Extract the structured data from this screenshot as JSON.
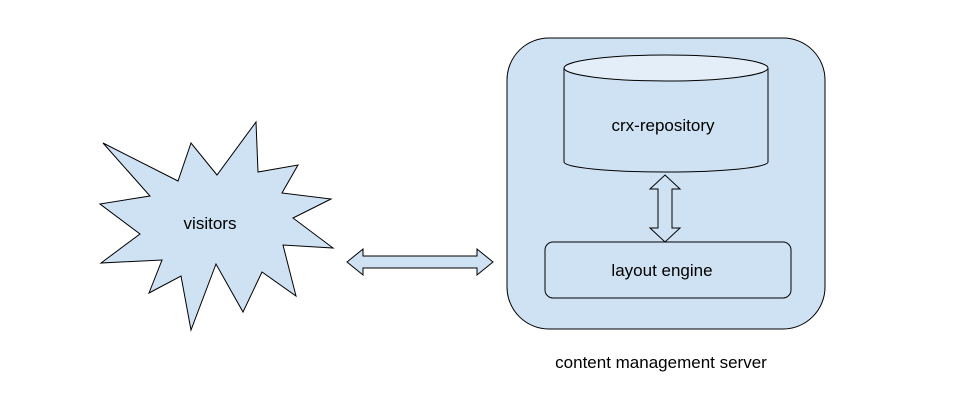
{
  "diagram": {
    "nodes": {
      "visitors": {
        "label": "visitors",
        "shape": "explosion"
      },
      "server": {
        "label": "content management server",
        "shape": "rounded-rectangle"
      },
      "repository": {
        "label": "crx-repository",
        "shape": "cylinder"
      },
      "layout_engine": {
        "label": "layout engine",
        "shape": "rounded-rectangle"
      }
    },
    "edges": [
      {
        "from": "visitors",
        "to": "server",
        "type": "double-arrow"
      },
      {
        "from": "repository",
        "to": "layout_engine",
        "type": "double-arrow"
      }
    ],
    "colors": {
      "fill": "#cfe2f3",
      "cylinder_top": "#e3eef8",
      "stroke": "#000000"
    }
  }
}
